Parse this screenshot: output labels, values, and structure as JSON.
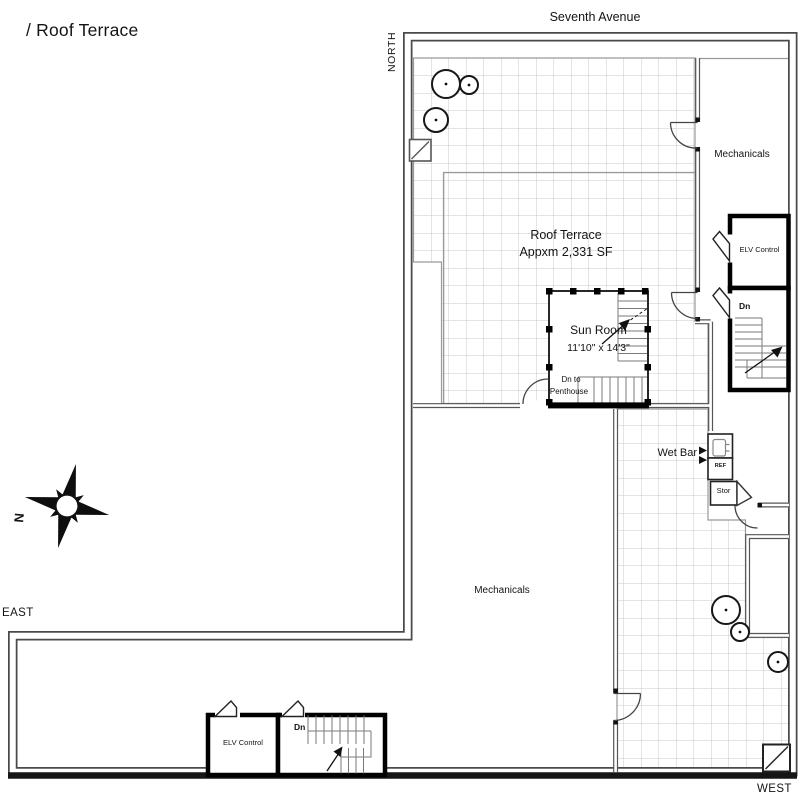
{
  "page": {
    "title": "/ Roof Terrace"
  },
  "labels": {
    "street": "Seventh Avenue",
    "north": "NORTH",
    "east": "EAST",
    "west": "WEST",
    "compass_n": "N"
  },
  "areas": {
    "roof_terrace_name": "Roof Terrace",
    "roof_terrace_area": "Appxm 2,331 SF",
    "sun_room_name": "Sun Room",
    "sun_room_dims": "11'10\" x 14'3\"",
    "mechanicals_right": "Mechanicals",
    "mechanicals_lower": "Mechanicals",
    "elv_control_upper": "ELV Control",
    "elv_control_lower": "ELV Control",
    "wet_bar": "Wet Bar",
    "ref": "REF",
    "stor": "Stor",
    "dn_upper": "Dn",
    "dn_lower": "Dn",
    "dn_to_line1": "Dn to",
    "dn_to_line2": "Penthouse"
  }
}
